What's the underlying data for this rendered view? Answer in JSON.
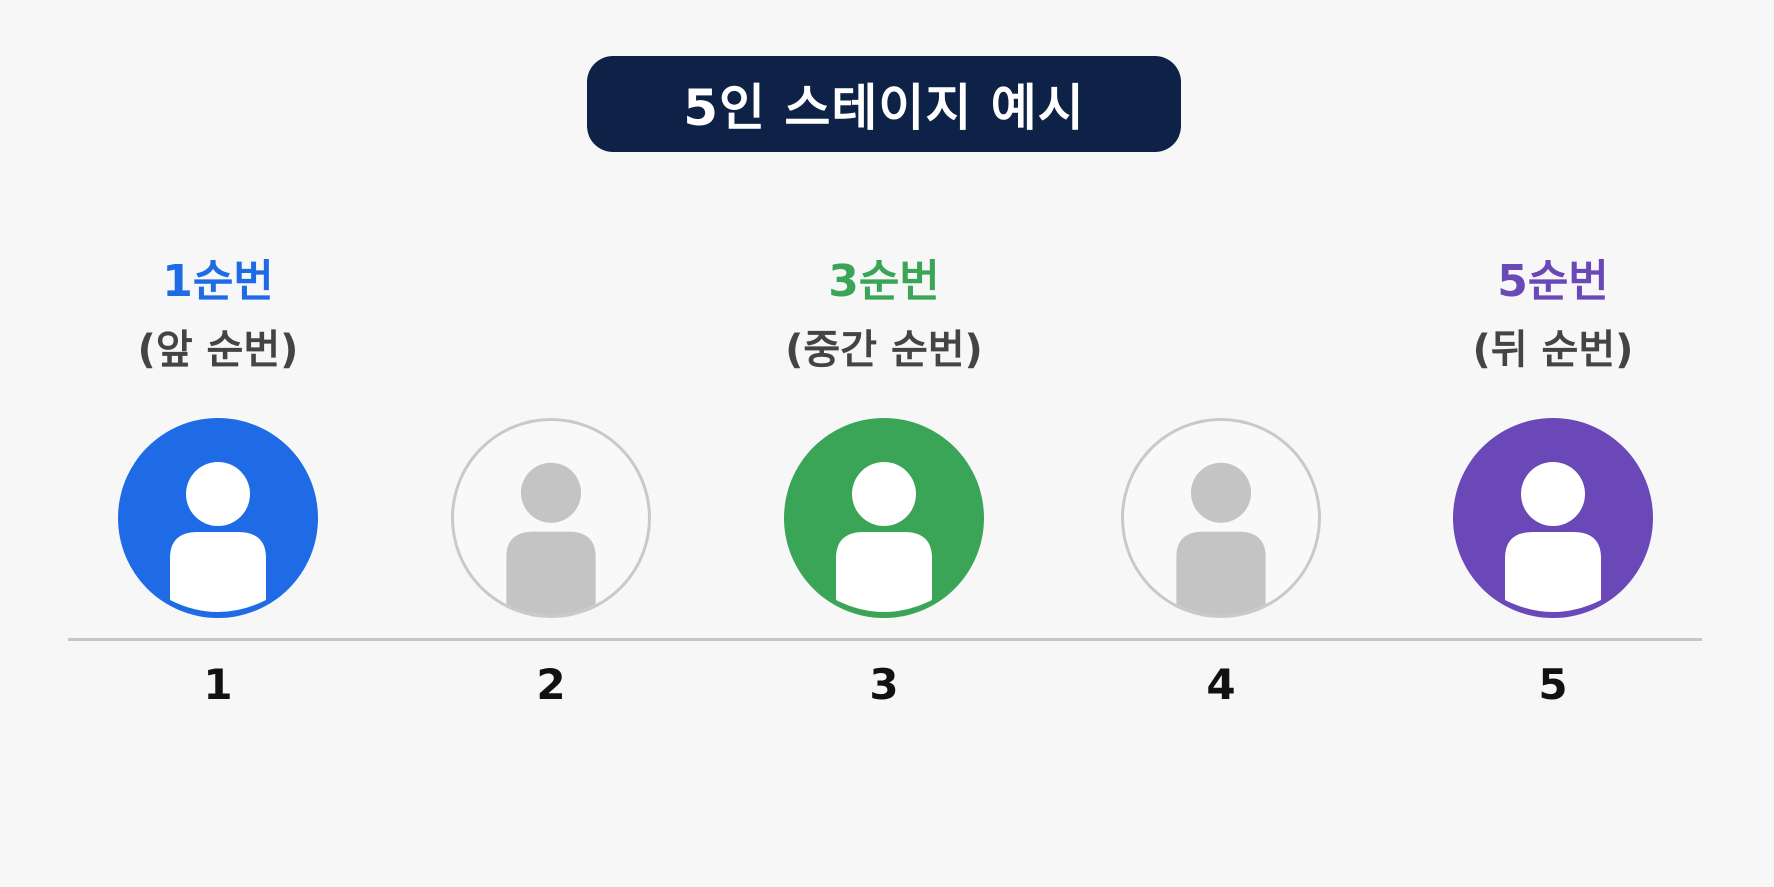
{
  "title": "5인 스테이지 예시",
  "colors": {
    "title_bg": "#0e2248",
    "blue": "#1f6be6",
    "green": "#3aa556",
    "purple": "#6a48b8",
    "empty": "#c4c4c4",
    "sub_text": "#444444",
    "line": "#c6c6c6"
  },
  "highlights": [
    {
      "label": "1순번",
      "sub": "(앞 순번)",
      "color": "#1f6be6"
    },
    {
      "label": "3순번",
      "sub": "(중간 순번)",
      "color": "#3aa556"
    },
    {
      "label": "5순번",
      "sub": "(뒤 순번)",
      "color": "#6a48b8"
    }
  ],
  "positions": [
    {
      "number": "1",
      "highlighted": true,
      "color": "#1f6be6",
      "icon": "person-icon"
    },
    {
      "number": "2",
      "highlighted": false,
      "color": "#c4c4c4",
      "icon": "person-icon"
    },
    {
      "number": "3",
      "highlighted": true,
      "color": "#3aa556",
      "icon": "person-icon"
    },
    {
      "number": "4",
      "highlighted": false,
      "color": "#c4c4c4",
      "icon": "person-icon"
    },
    {
      "number": "5",
      "highlighted": true,
      "color": "#6a48b8",
      "icon": "person-icon"
    }
  ]
}
